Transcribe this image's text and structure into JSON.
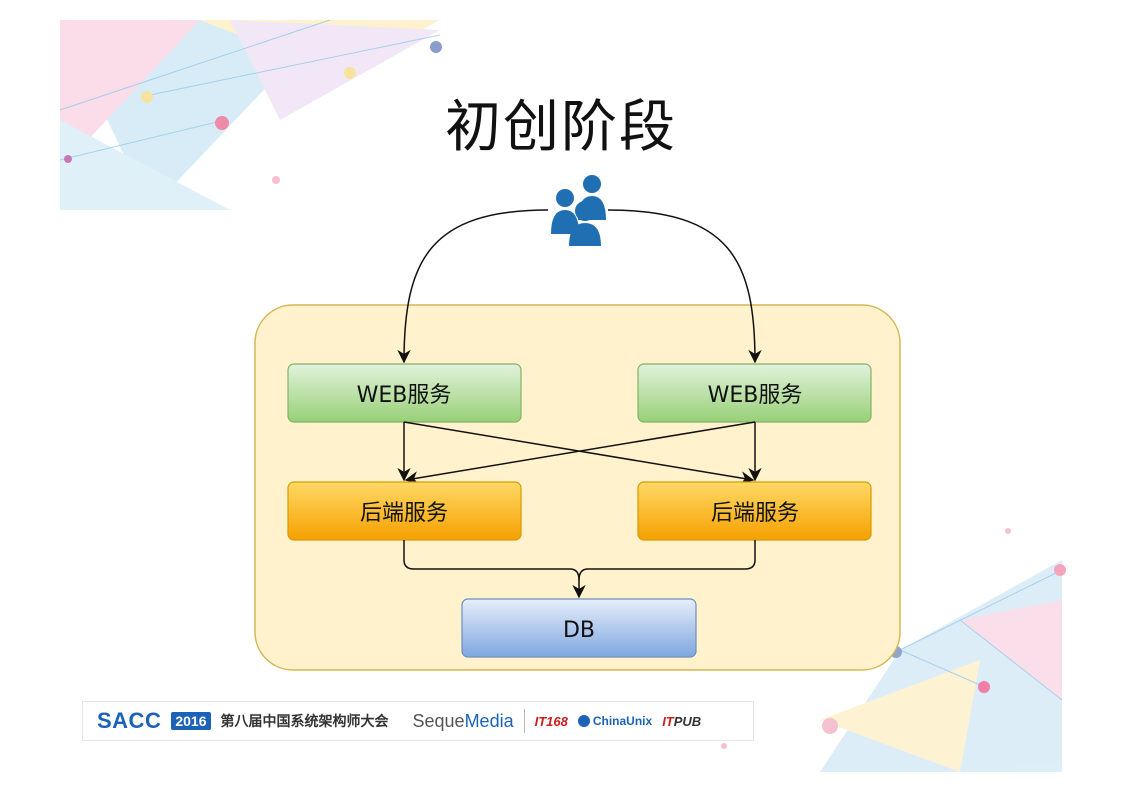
{
  "title": "初创阶段",
  "diagram": {
    "container_color": "#fff2cc",
    "nodes": {
      "web_left": "WEB服务",
      "web_right": "WEB服务",
      "backend_left": "后端服务",
      "backend_right": "后端服务",
      "db": "DB"
    },
    "icons": {
      "users": "users-group-icon"
    }
  },
  "footer": {
    "brand": "SACC",
    "year": "2016",
    "event": "第八届中国系统架构师大会",
    "seque_a": "Seque",
    "seque_b": "Media",
    "it168": "IT168",
    "chinaunix": "ChinaUnix",
    "itpub_a": "IT",
    "itpub_b": "PUB"
  },
  "colors": {
    "web_fill": "#d5e8d4",
    "backend_fill": "#ffcd28",
    "db_fill": "#dae8fc",
    "icon_blue": "#1f6fb2"
  }
}
